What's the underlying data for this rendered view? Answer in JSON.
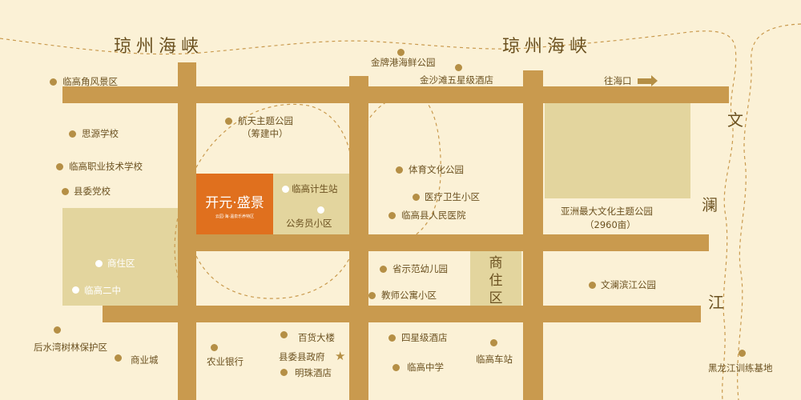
{
  "map": {
    "water": {
      "strait_west": "琼州海峡",
      "strait_east": "琼州海峡",
      "river": [
        "文",
        "澜",
        "江"
      ]
    },
    "project": {
      "name": "开元·盛景",
      "slogan": "云园·海·温泉乐养特区"
    },
    "residential_zone_center": "商住区",
    "direction": "往海口",
    "pois": {
      "lingao_cape": "临高角风景区",
      "jinpai_park": "金牌港海鲜公园",
      "jinshatan_hotel": "金沙滩五星级酒店",
      "siyuan_school": "思源学校",
      "aerospace_park": "航天主题公园",
      "aerospace_note": "（筹建中）",
      "vocational_school": "临高职业技术学校",
      "sports_park": "体育文化公园",
      "county_party_school": "县委党校",
      "family_planning": "临高计生站",
      "medical_community": "医疗卫生小区",
      "civil_servant": "公务员小区",
      "people_hospital": "临高县人民医院",
      "culture_park": "亚洲最大文化主题公园",
      "culture_park_area": "（2960亩）",
      "residential_west": "商住区",
      "kindergarten": "省示范幼儿园",
      "binjiang_park": "文澜滨江公园",
      "no2_school": "临高二中",
      "teacher_apt": "教师公寓小区",
      "houshui_bay": "后水湾树林保护区",
      "department_store": "百货大楼",
      "four_star_hotel": "四星级酒店",
      "business_city": "商业城",
      "agri_bank": "农业银行",
      "county_gov": "县委县政府",
      "bus_station": "临高车站",
      "mingzhu_hotel": "明珠酒店",
      "lingao_middle": "临高中学",
      "heilongjiang_base": "黑龙江训练基地"
    },
    "colors": {
      "background": "#fbf1d6",
      "road": "#c99a4e",
      "block": "#e3d59e",
      "project": "#e0701e",
      "text": "#6b5120"
    }
  }
}
